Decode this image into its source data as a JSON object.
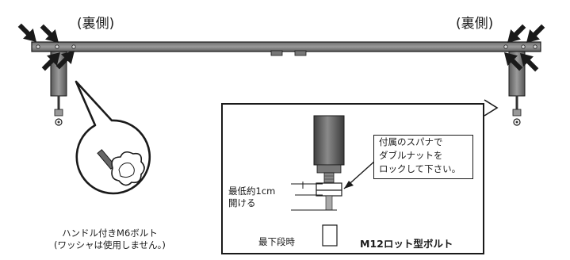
{
  "labels": {
    "back_left": "(裏側)",
    "back_right": "(裏側)",
    "min_gap_line1": "最低約1cm",
    "min_gap_line2": "開ける",
    "lowest_position": "最下段時",
    "bolt_type": "M12ロット型ボルト",
    "handle_bolt_line1": "ハンドル付きM6ボルト",
    "handle_bolt_line2": "(ワッシャは使用しません。)"
  },
  "callout": {
    "lines": [
      "付属のスパナで",
      "ダブルナットを",
      "ロックして下さい。"
    ]
  },
  "icons": {
    "arrows": "arrow-icon",
    "knob": "star-knob-icon"
  },
  "colors": {
    "line": "#1a1a1a",
    "frame_fill": "#777777",
    "bar_fill": "#8a8a8a",
    "foot_fill": "#999999"
  }
}
